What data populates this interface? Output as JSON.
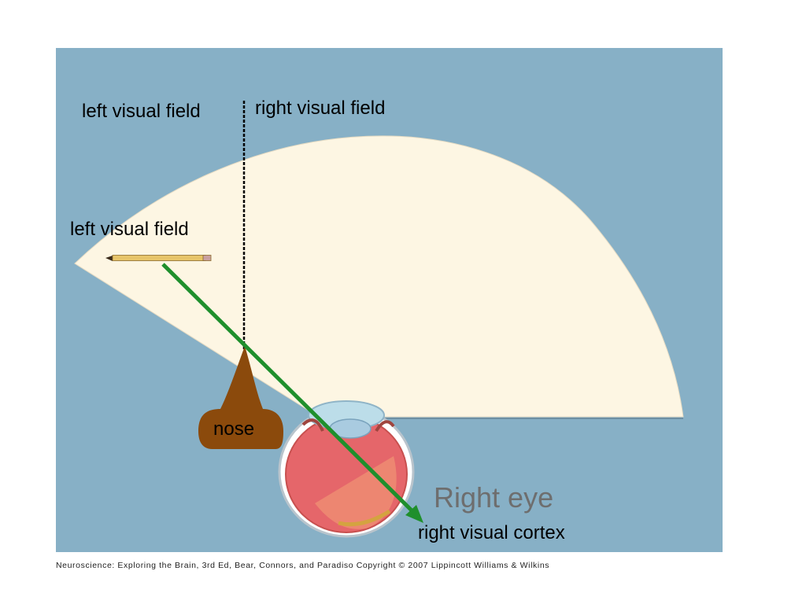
{
  "labels": {
    "left_visual_field_top": "left visual field",
    "right_visual_field_top": "right visual field",
    "left_visual_field_mid": "left visual field",
    "nose": "nose",
    "right_eye": "Right eye",
    "right_visual_cortex": "right visual cortex"
  },
  "caption": "Neuroscience: Exploring the Brain, 3rd Ed, Bear, Connors, and Paradiso Copyright © 2007 Lippincott Williams & Wilkins",
  "colors": {
    "background_panel": "#87b0c6",
    "visual_field": "#fdf6e3",
    "nose": "#8b4a0c",
    "eye_interior": "#e5666a",
    "arrow": "#1f8f2c",
    "midline": "#000000"
  }
}
